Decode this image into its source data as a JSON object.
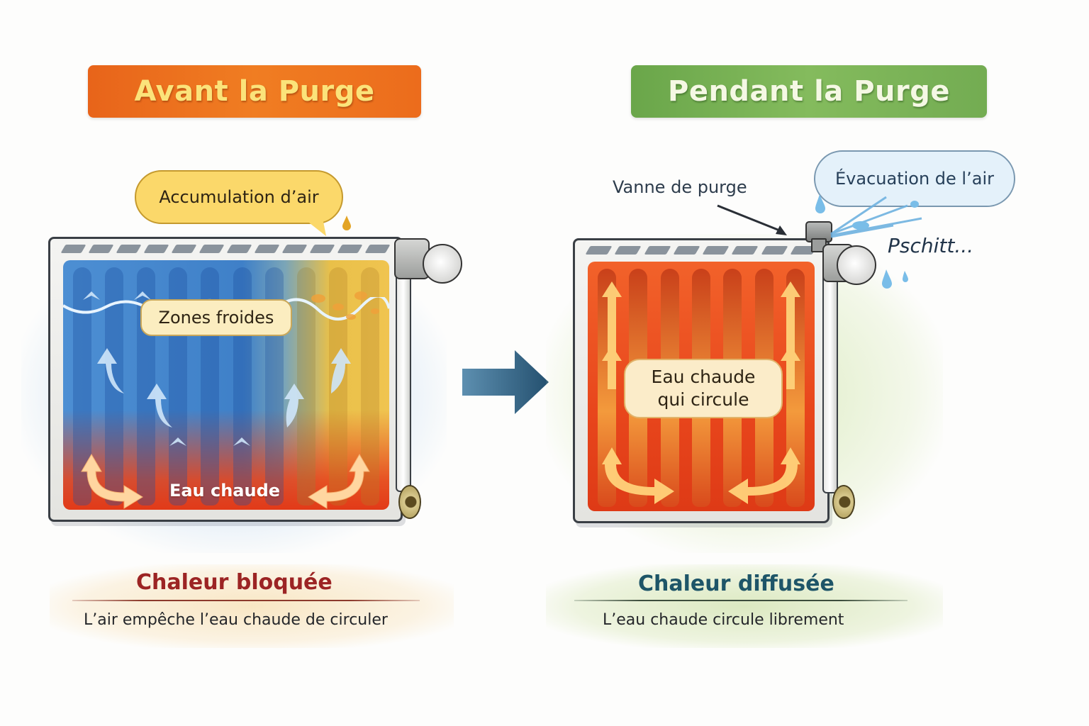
{
  "panels": {
    "before": {
      "title": "Avant la Purge",
      "title_color": "#f07d22",
      "callout": "Accumulation d’air",
      "cold_zone_label": "Zones froides",
      "hot_water_label": "Eau chaude",
      "caption_title": "Chaleur bloquée",
      "caption_subtitle": "L’air empêche l’eau chaude de circuler"
    },
    "during": {
      "title": "Pendant la Purge",
      "title_color": "#84bb5d",
      "valve_label": "Vanne de purge",
      "callout": "Évacuation de l’air",
      "sound_effect": "Pschitt...",
      "hot_water_label_line1": "Eau chaude",
      "hot_water_label_line2": "qui circule",
      "caption_title": "Chaleur diffusée",
      "caption_subtitle": "L’eau chaude circule librement"
    }
  },
  "transition_arrow": {
    "icon": "right-arrow-icon",
    "color": "#2c5a7c"
  },
  "colors": {
    "cold": "#3f86cc",
    "air": "#f2c24a",
    "hot": "#e6401c",
    "arrow_light": "#ffd98a"
  }
}
